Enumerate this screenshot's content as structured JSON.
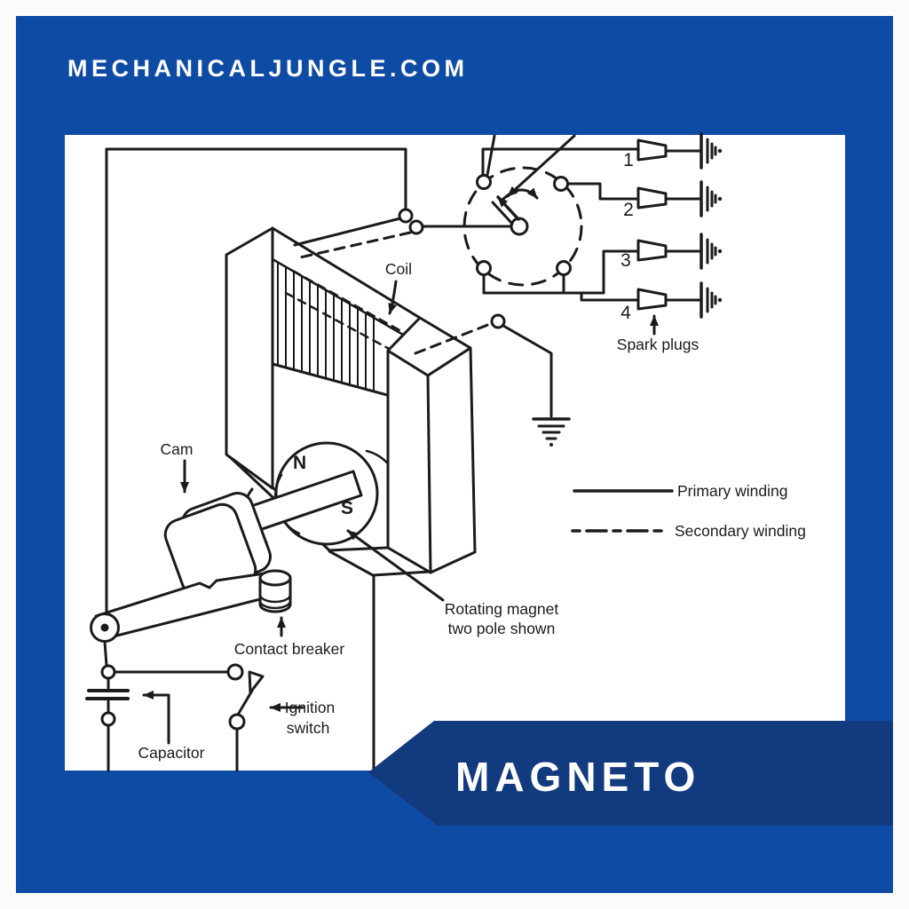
{
  "header": {
    "site": "MECHANICALJUNGLE.COM"
  },
  "banner": {
    "title": "MAGNETO"
  },
  "colors": {
    "frame_blue": "#0e4ba4",
    "ribbon_navy": "#123a7e",
    "ink": "#1b1b1b",
    "paper": "#ffffff"
  },
  "diagram": {
    "labels": {
      "coil": "Coil",
      "cam": "Cam",
      "contact_breaker": "Contact breaker",
      "capacitor": "Capacitor",
      "ignition_line1": "Ignition",
      "ignition_line2": "switch",
      "rotating_magnet_line1": "Rotating magnet",
      "rotating_magnet_line2": "two pole shown",
      "spark_plugs": "Spark plugs",
      "pole_north": "N",
      "pole_south": "S"
    },
    "spark_plug_numbers": [
      "1",
      "2",
      "3",
      "4"
    ],
    "legend": [
      {
        "style": "solid",
        "label": "Primary winding"
      },
      {
        "style": "dashed",
        "label": "Secondary winding"
      }
    ]
  }
}
